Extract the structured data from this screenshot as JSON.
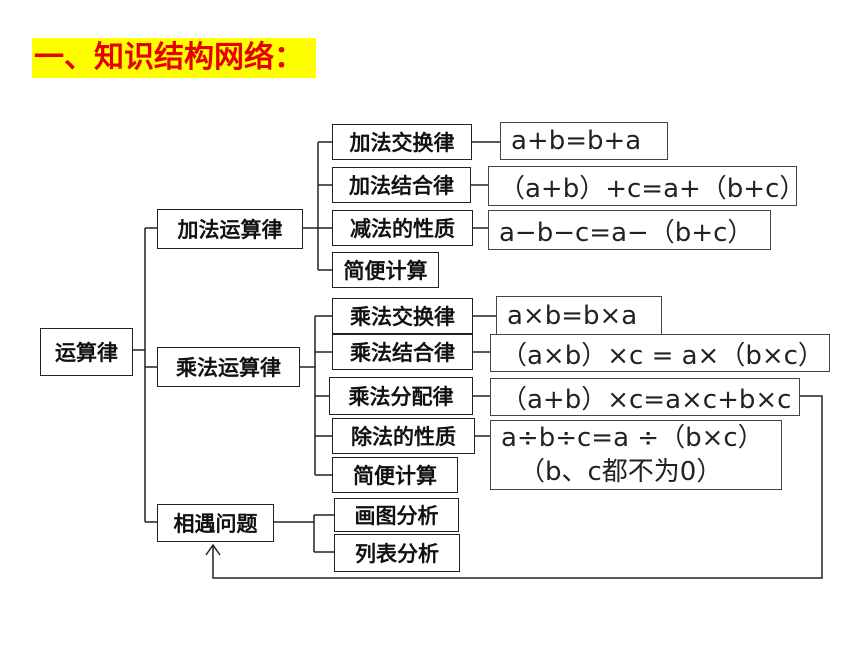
{
  "title": "一、知识结构网络：",
  "root": "运算律",
  "addition": {
    "label": "加法运算律",
    "items": [
      "加法交换律",
      "加法结合律",
      "减法的性质",
      "简便计算"
    ],
    "formulas": [
      "a+b=b+a",
      "（a+b）+c=a+（b+c）",
      "a−b−c=a−（b+c）"
    ]
  },
  "multiplication": {
    "label": "乘法运算律",
    "items": [
      "乘法交换律",
      "乘法结合律",
      "乘法分配律",
      "除法的性质",
      "简便计算"
    ],
    "formulas": [
      "a×b=b×a",
      "（a×b）×c = a×（b×c）",
      "（a+b）×c=a×c+b×c",
      "a÷b÷c=a ÷（b×c）",
      "（b、c都不为0）"
    ]
  },
  "meeting": {
    "label": "相遇问题",
    "items": [
      "画图分析",
      "列表分析"
    ]
  }
}
